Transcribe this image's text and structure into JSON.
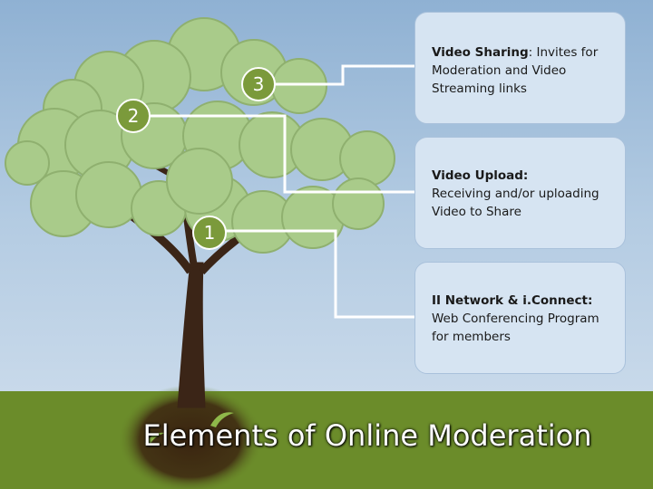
{
  "diagram": {
    "title": "Elements of Online Moderation",
    "markers": [
      "1",
      "2",
      "3"
    ],
    "callouts": [
      {
        "heading": "Video Sharing",
        "text": ": Invites for Moderation and Video Streaming links"
      },
      {
        "heading": "Video Upload:",
        "text": "Receiving and/or uploading Video to Share"
      },
      {
        "heading": "II Network & i.Connect:",
        "text": "Web Conferencing Program for members"
      }
    ]
  },
  "colors": {
    "foliage": "#a9cb8a",
    "trunk": "#3b2517",
    "ground": "#6b8c2a",
    "marker": "#7b9a3b"
  }
}
